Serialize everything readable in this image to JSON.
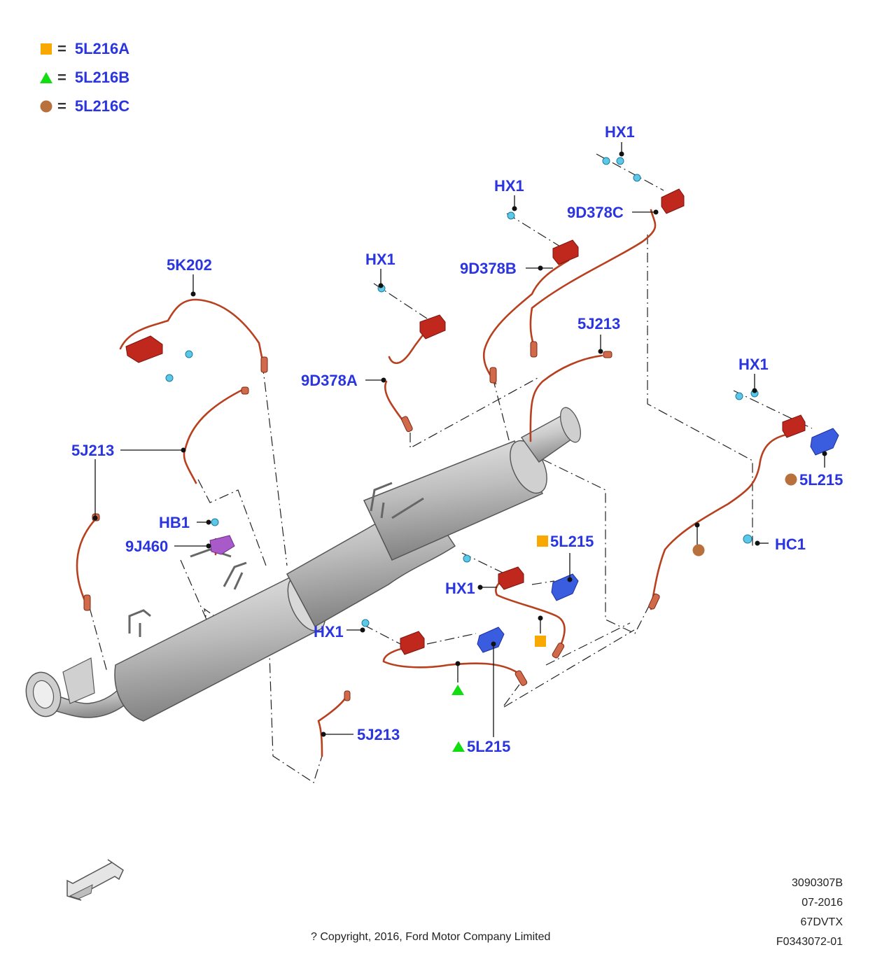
{
  "legend": [
    {
      "symbol": "square",
      "color": "#f9a800",
      "equals": "=",
      "code": "5L216A"
    },
    {
      "symbol": "triangle",
      "color": "#11dd11",
      "equals": "=",
      "code": "5L216B"
    },
    {
      "symbol": "circle",
      "color": "#b8703c",
      "equals": "=",
      "code": "5L216C"
    }
  ],
  "callouts": {
    "hx1_top_right": "HX1",
    "hx1_b": "HX1",
    "hx1_a": "HX1",
    "hx1_right": "HX1",
    "hx1_mid": "HX1",
    "hx1_low": "HX1",
    "sensor_c": "9D378C",
    "sensor_b": "9D378B",
    "sensor_a": "9D378A",
    "probe_top": "5K202",
    "temp_mid": "5J213",
    "temp_left": "5J213",
    "temp_bottom": "5J213",
    "hb1": "HB1",
    "sensor_9j460": "9J460",
    "bracket_right": "5L215",
    "bracket_mid": "5L215",
    "bracket_low": "5L215",
    "hc1": "HC1"
  },
  "colors": {
    "callout_text": "#2a35e0",
    "harness": "#b8401f",
    "connector": "#c0281e",
    "bracket": "#3a5de0",
    "clip": "#2bb8a0",
    "sensor_purple": "#a85ac8",
    "exhaust_body": "#c8c8c8"
  },
  "icons": {
    "direction_arrow": "front-direction-arrow-icon"
  },
  "footer": {
    "drawing_number": "3090307B",
    "date": "07-2016",
    "model_code": "67DVTX",
    "figure_id": "F0343072-01",
    "copyright": "? Copyright, 2016, Ford Motor Company Limited"
  }
}
